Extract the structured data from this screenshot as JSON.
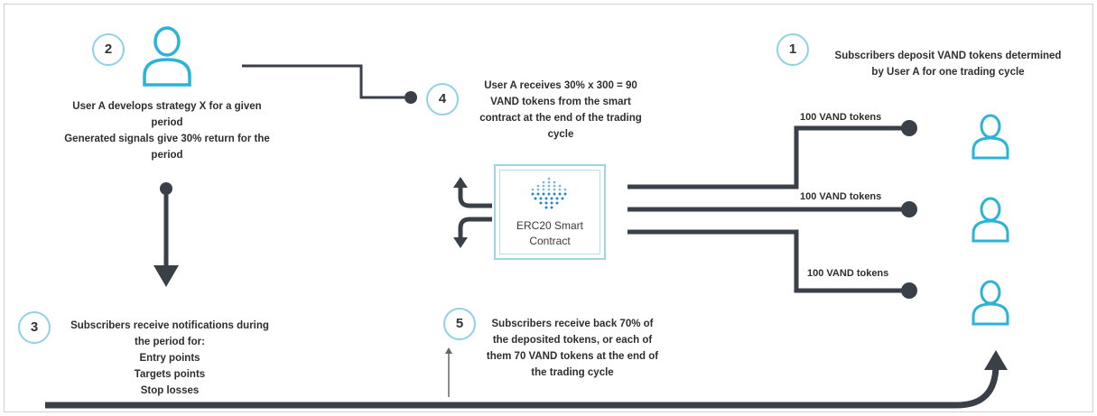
{
  "steps": {
    "s1": {
      "number": "1",
      "text": [
        "Subscribers deposit VAND tokens determined",
        "by User A for one trading cycle"
      ]
    },
    "s2": {
      "number": "2",
      "text": [
        "User A develops strategy X for a given",
        "period",
        "Generated signals give 30% return for the",
        "period"
      ]
    },
    "s3": {
      "number": "3",
      "text": [
        "Subscribers receive notifications during",
        "the period for:",
        "Entry points",
        "Targets points",
        "Stop losses"
      ]
    },
    "s4": {
      "number": "4",
      "text": [
        "User A receives 30% x 300 = 90",
        "VAND tokens from the smart",
        "contract at the end of the trading",
        "cycle"
      ]
    },
    "s5": {
      "number": "5",
      "text": [
        "Subscribers receive back 70% of",
        "the deposited tokens, or each of",
        "them 70 VAND tokens at the end of",
        "the trading cycle"
      ]
    }
  },
  "contract": {
    "line1": "ERC20 Smart",
    "line2": "Contract"
  },
  "deposits": [
    "100 VAND tokens",
    "100 VAND tokens",
    "100 VAND tokens"
  ],
  "icons": {
    "user": "user-icon",
    "contract": "dot-cube-logo"
  },
  "colors": {
    "accent": "#2bb4d6",
    "arrow": "#3a4048",
    "badge_border": "#8fd1e6"
  }
}
